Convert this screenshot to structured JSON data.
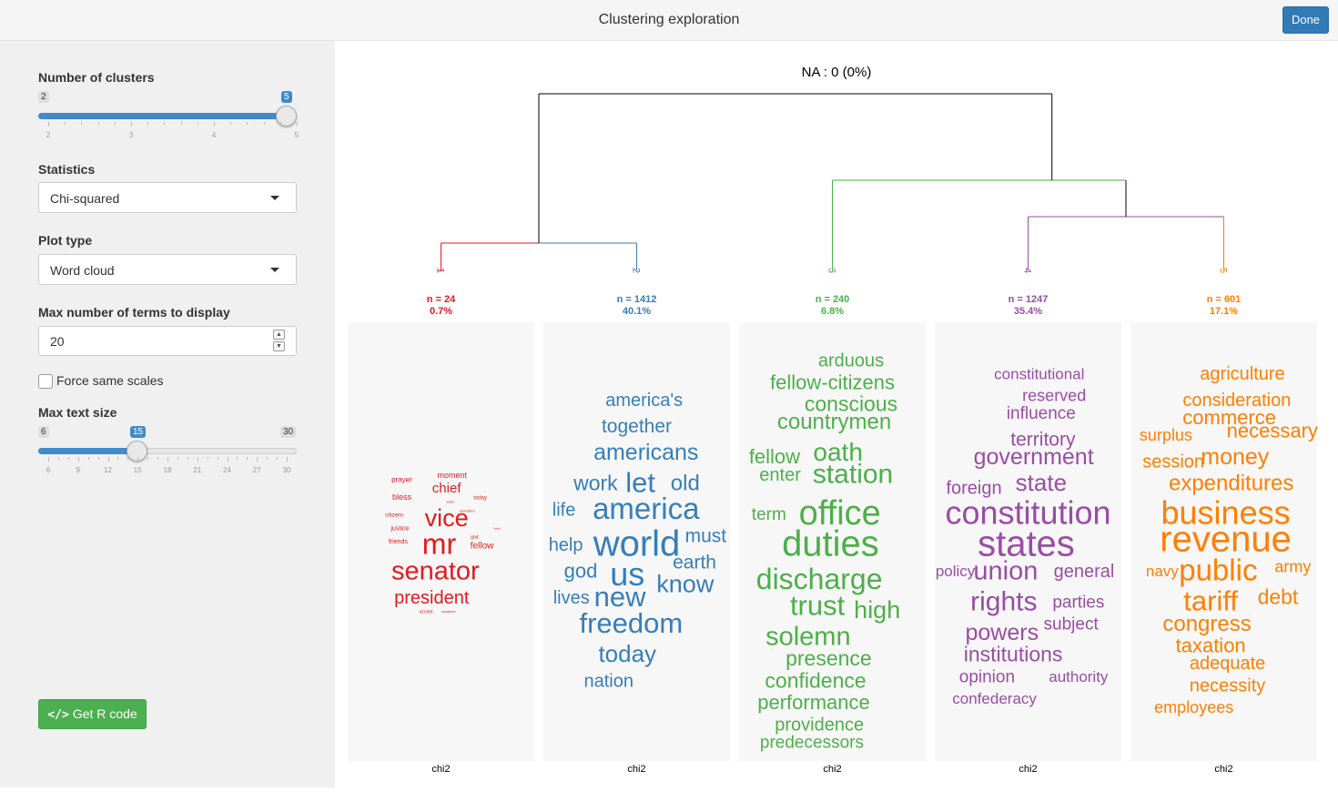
{
  "header": {
    "title": "Clustering exploration",
    "done_label": "Done"
  },
  "sidebar": {
    "num_clusters": {
      "label": "Number of clusters",
      "min": "2",
      "max": "5",
      "value": "5",
      "ticks": [
        "2",
        "3",
        "4",
        "5"
      ]
    },
    "statistics": {
      "label": "Statistics",
      "value": "Chi-squared"
    },
    "plot_type": {
      "label": "Plot type",
      "value": "Word cloud"
    },
    "max_terms": {
      "label": "Max number of terms to display",
      "value": "20"
    },
    "force_same_scales": {
      "label": "Force same scales",
      "checked": false
    },
    "max_text_size": {
      "label": "Max text size",
      "min": "6",
      "max": "30",
      "value": "15",
      "ticks": [
        "6",
        "9",
        "12",
        "15",
        "18",
        "21",
        "24",
        "27",
        "30"
      ]
    },
    "get_r_code": {
      "label": "Get R code",
      "icon": "code-icon"
    }
  },
  "plot": {
    "na_text": "NA : 0 (0%)",
    "panel_label": "chi2",
    "clusters": [
      {
        "id": "1",
        "n": "n = 24",
        "pct": "0.7%",
        "color": "#e41a1c",
        "words": [
          {
            "t": "prayer",
            "s": 9
          },
          {
            "t": "moment",
            "s": 10
          },
          {
            "t": "chief",
            "s": 18
          },
          {
            "t": "bless",
            "s": 10
          },
          {
            "t": "today",
            "s": 7
          },
          {
            "t": "voter",
            "s": 5
          },
          {
            "t": "vice",
            "s": 32
          },
          {
            "t": "citizens",
            "s": 7
          },
          {
            "t": "justice",
            "s": 8
          },
          {
            "t": "mr",
            "s": 38
          },
          {
            "t": "god",
            "s": 6
          },
          {
            "t": "lovely",
            "s": 4
          },
          {
            "t": "friends",
            "s": 8
          },
          {
            "t": "fellow",
            "s": 12
          },
          {
            "t": "members",
            "s": 5
          },
          {
            "t": "senator",
            "s": 34
          },
          {
            "t": "president",
            "s": 24
          },
          {
            "t": "accept",
            "s": 6
          },
          {
            "t": "occasion",
            "s": 5
          }
        ]
      },
      {
        "id": "2",
        "n": "n = 1412",
        "pct": "40.1%",
        "color": "#377eb8",
        "words": [
          {
            "t": "america's",
            "s": 20
          },
          {
            "t": "together",
            "s": 21
          },
          {
            "t": "americans",
            "s": 25
          },
          {
            "t": "work",
            "s": 23
          },
          {
            "t": "let",
            "s": 31
          },
          {
            "t": "old",
            "s": 24
          },
          {
            "t": "life",
            "s": 20
          },
          {
            "t": "america",
            "s": 33
          },
          {
            "t": "help",
            "s": 20
          },
          {
            "t": "world",
            "s": 40
          },
          {
            "t": "must",
            "s": 21
          },
          {
            "t": "earth",
            "s": 21
          },
          {
            "t": "god",
            "s": 22
          },
          {
            "t": "us",
            "s": 36
          },
          {
            "t": "know",
            "s": 27
          },
          {
            "t": "lives",
            "s": 20
          },
          {
            "t": "new",
            "s": 31
          },
          {
            "t": "freedom",
            "s": 31
          },
          {
            "t": "today",
            "s": 26
          },
          {
            "t": "nation",
            "s": 20
          }
        ]
      },
      {
        "id": "3",
        "n": "n = 240",
        "pct": "6.8%",
        "color": "#4daf4a",
        "words": [
          {
            "t": "arduous",
            "s": 20
          },
          {
            "t": "fellow-citizens",
            "s": 22
          },
          {
            "t": "conscious",
            "s": 23
          },
          {
            "t": "countrymen",
            "s": 24
          },
          {
            "t": "fellow",
            "s": 22
          },
          {
            "t": "oath",
            "s": 28
          },
          {
            "t": "enter",
            "s": 20
          },
          {
            "t": "station",
            "s": 30
          },
          {
            "t": "term",
            "s": 19
          },
          {
            "t": "office",
            "s": 38
          },
          {
            "t": "duties",
            "s": 40
          },
          {
            "t": "discharge",
            "s": 32
          },
          {
            "t": "trust",
            "s": 31
          },
          {
            "t": "high",
            "s": 27
          },
          {
            "t": "solemn",
            "s": 29
          },
          {
            "t": "presence",
            "s": 23
          },
          {
            "t": "confidence",
            "s": 23
          },
          {
            "t": "performance",
            "s": 22
          },
          {
            "t": "providence",
            "s": 20
          },
          {
            "t": "predecessors",
            "s": 19
          }
        ]
      },
      {
        "id": "4",
        "n": "n = 1247",
        "pct": "35.4%",
        "color": "#984ea3",
        "words": [
          {
            "t": "constitutional",
            "s": 17
          },
          {
            "t": "reserved",
            "s": 18
          },
          {
            "t": "influence",
            "s": 19
          },
          {
            "t": "territory",
            "s": 21
          },
          {
            "t": "government",
            "s": 25
          },
          {
            "t": "foreign",
            "s": 20
          },
          {
            "t": "state",
            "s": 26
          },
          {
            "t": "constitution",
            "s": 36
          },
          {
            "t": "states",
            "s": 40
          },
          {
            "t": "policy",
            "s": 17
          },
          {
            "t": "union",
            "s": 29
          },
          {
            "t": "general",
            "s": 20
          },
          {
            "t": "rights",
            "s": 30
          },
          {
            "t": "parties",
            "s": 19
          },
          {
            "t": "subject",
            "s": 19
          },
          {
            "t": "powers",
            "s": 25
          },
          {
            "t": "institutions",
            "s": 23
          },
          {
            "t": "opinion",
            "s": 19
          },
          {
            "t": "authority",
            "s": 17
          },
          {
            "t": "confederacy",
            "s": 17
          }
        ]
      },
      {
        "id": "5",
        "n": "n = 601",
        "pct": "17.1%",
        "color": "#ff7f00",
        "words": [
          {
            "t": "agriculture",
            "s": 20
          },
          {
            "t": "consideration",
            "s": 20
          },
          {
            "t": "commerce",
            "s": 22
          },
          {
            "t": "surplus",
            "s": 18
          },
          {
            "t": "necessary",
            "s": 22
          },
          {
            "t": "session",
            "s": 20
          },
          {
            "t": "money",
            "s": 25
          },
          {
            "t": "expenditures",
            "s": 24
          },
          {
            "t": "business",
            "s": 36
          },
          {
            "t": "revenue",
            "s": 40
          },
          {
            "t": "navy",
            "s": 17
          },
          {
            "t": "public",
            "s": 33
          },
          {
            "t": "army",
            "s": 18
          },
          {
            "t": "tariff",
            "s": 31
          },
          {
            "t": "debt",
            "s": 23
          },
          {
            "t": "congress",
            "s": 24
          },
          {
            "t": "taxation",
            "s": 22
          },
          {
            "t": "adequate",
            "s": 20
          },
          {
            "t": "necessity",
            "s": 20
          },
          {
            "t": "employees",
            "s": 18
          }
        ]
      }
    ]
  },
  "colors": {
    "accent": "#428bca",
    "done_button": "#337ab7",
    "r_code_button": "#4cb050"
  }
}
